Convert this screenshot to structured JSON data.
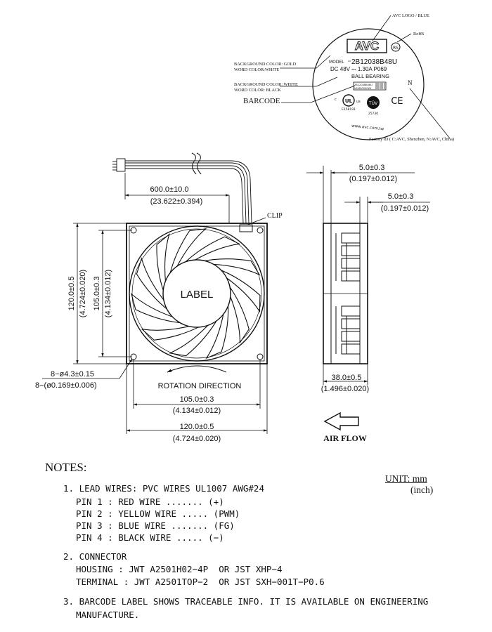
{
  "label_callouts": {
    "avc_logo": "AVC LOGO / BLUE",
    "rohs": "RoHS",
    "bg_gold_1": "BACKGROUND COLOR: GOLD",
    "bg_gold_2": "WORD COLOR:WHITE",
    "bg_white_1": "BACKGROUND COLOR: WHITE",
    "bg_white_2": "WORD COLOR: BLACK",
    "barcode": "BARCODE",
    "factory_id": "Factory ID ( C:AVC, Shenzhen, N:AVC, China)"
  },
  "label_art": {
    "logo": "AVC",
    "rohs_mark": "RS",
    "model_prefix": "MODEL",
    "model": "2B12038B48U",
    "dc_line": "DC   48V ⎓ 1.30A   P069",
    "bearing": "BALL   BEARING",
    "barcode_text_1": "2B12038B48U",
    "barcode_text_2": "N1M00000XX",
    "ul_file": "E158191",
    "tuv_number": "25730",
    "website": "www.avc.com.tw",
    "factory_letter": "N",
    "ul_mark": "c UL us",
    "ce_mark": "CE",
    "tuv_mark": "TÜV"
  },
  "front_view": {
    "wire_length": "600.0±10.0",
    "wire_length_in": "(23.622±0.394)",
    "clip": "CLIP",
    "label": "LABEL",
    "height": "120.0±0.5",
    "height_in": "(4.724±0.020)",
    "hole_pitch_v": "105.0±0.3",
    "hole_pitch_v_in": "(4.134±0.012)",
    "holes": "8−ø4.3±0.15",
    "holes_in": "8−(ø0.169±0.006)",
    "rotation": "ROTATION  DIRECTION",
    "hole_pitch_h": "105.0±0.3",
    "hole_pitch_h_in": "(4.134±0.012)",
    "width": "120.0±0.5",
    "width_in": "(4.724±0.020)"
  },
  "side_view": {
    "flange_top": "5.0±0.3",
    "flange_top_in": "(0.197±0.012)",
    "flange_bottom": "5.0±0.3",
    "flange_bottom_in": "(0.197±0.012)",
    "depth": "38.0±0.5",
    "depth_in": "(1.496±0.020)",
    "airflow": "AIR  FLOW"
  },
  "notes": {
    "title": "NOTES:",
    "unit_top": "UNIT: mm",
    "unit_bottom": "(inch)",
    "n1": "1. LEAD WIRES: PVC WIRES UL1007 AWG#24",
    "pin1": "PIN 1 : RED WIRE ....... (+)",
    "pin2": "PIN 2 : YELLOW WIRE ..... (PWM)",
    "pin3": "PIN 3 : BLUE WIRE ....... (FG)",
    "pin4": "PIN 4 : BLACK WIRE ..... (−)",
    "n2": "2. CONNECTOR",
    "housing": "HOUSING : JWT A2501H02−4P  OR JST XHP−4",
    "terminal": "TERMINAL : JWT A2501TOP−2  OR JST SXH−001T−P0.6",
    "n3a": "3. BARCODE LABEL SHOWS TRACEABLE INFO. IT IS AVAILABLE ON ENGINEERING",
    "n3b": "MANUFACTURE."
  }
}
